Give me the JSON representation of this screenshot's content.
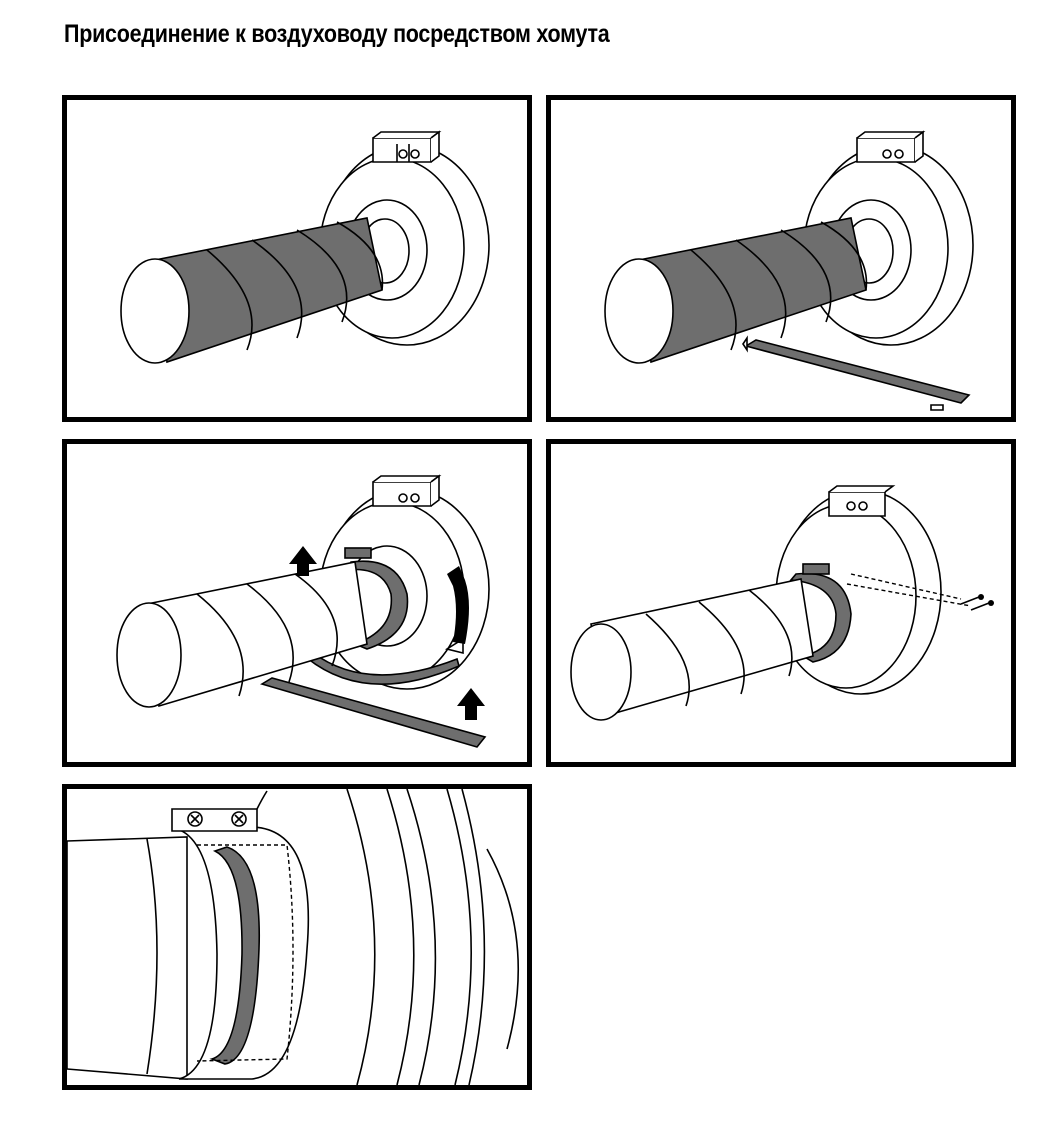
{
  "title": "Присоединение к воздуховоду посредством хомута",
  "steps": [
    {
      "id": 1,
      "content": "fan-with-duct"
    },
    {
      "id": 2,
      "content": "fan-with-duct-and-clamp-strip"
    },
    {
      "id": 3,
      "content": "clamp-wrap-with-arrows"
    },
    {
      "id": 4,
      "content": "clamp-fastened-with-screws"
    },
    {
      "id": 5,
      "content": "close-up-clamp-joint"
    }
  ],
  "colors": {
    "duct_dark": "#6e6e6e",
    "outline": "#000000",
    "background": "#ffffff"
  }
}
